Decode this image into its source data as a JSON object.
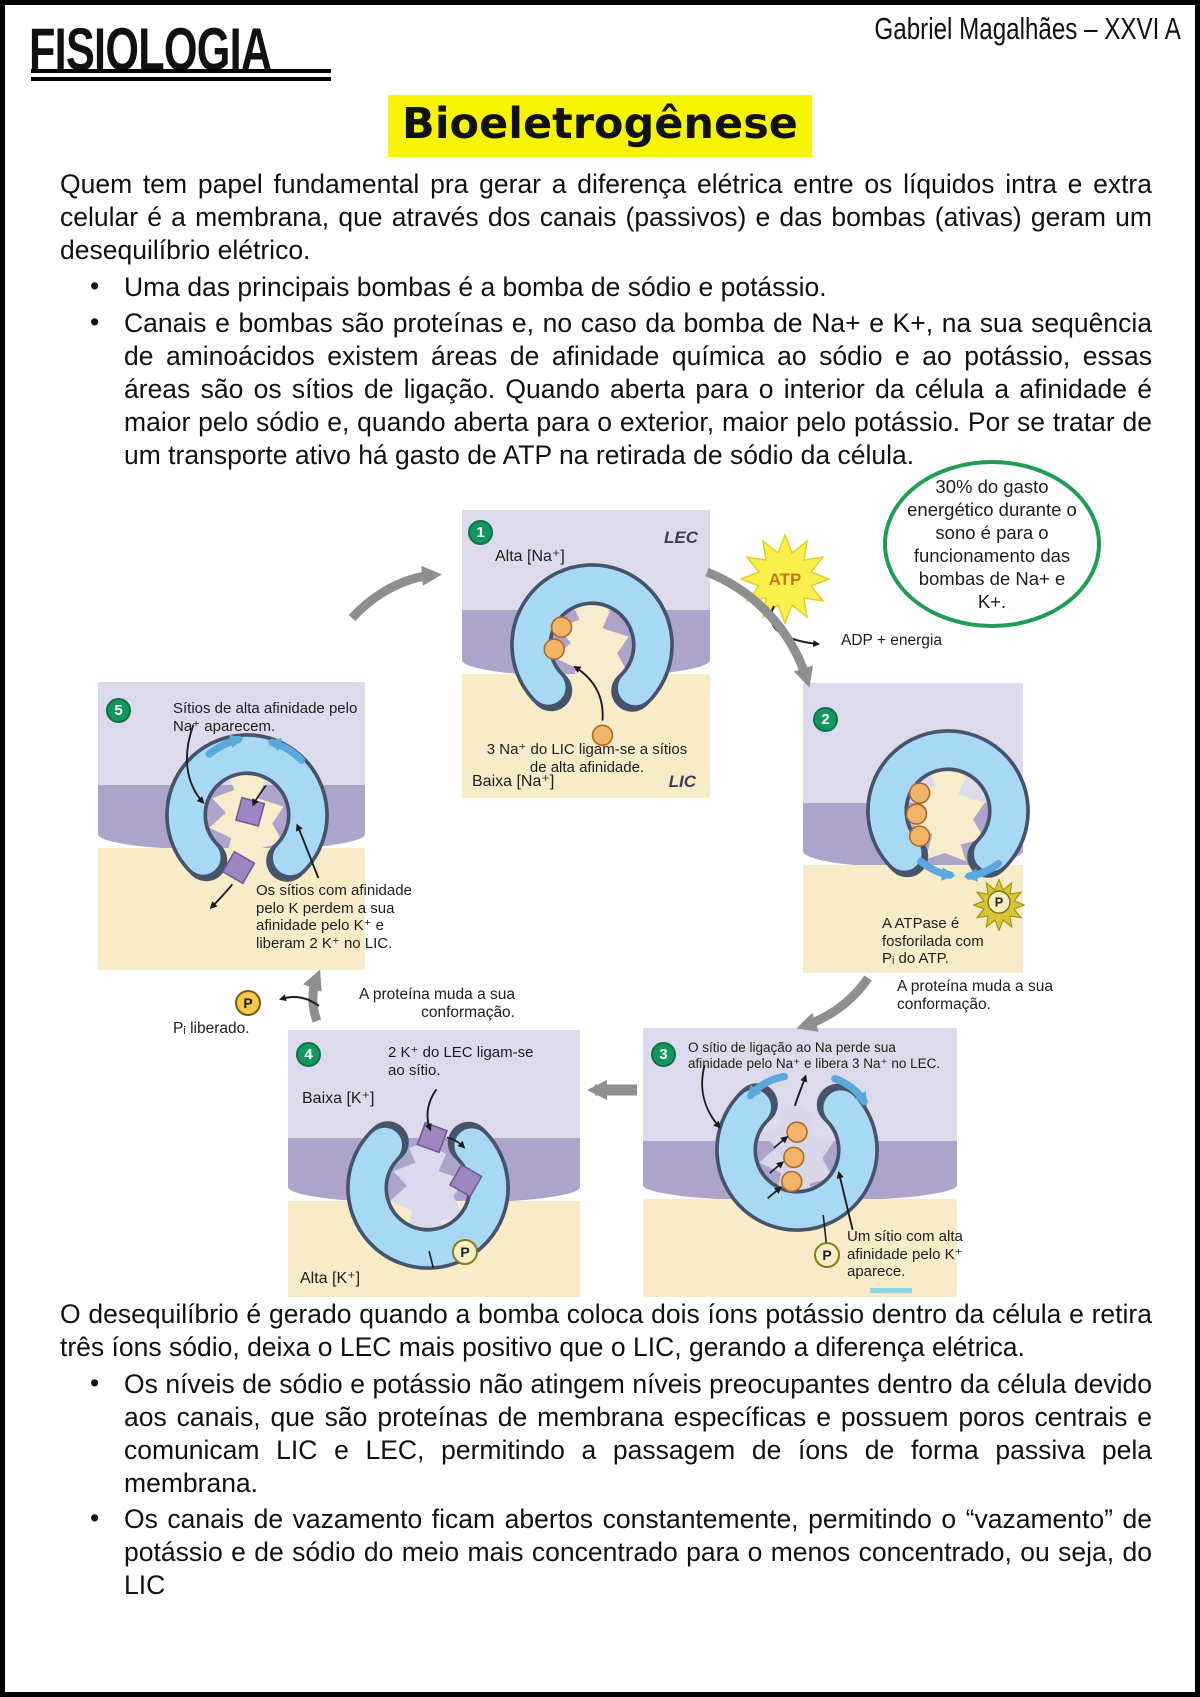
{
  "header": {
    "brand": "FISIOLOGIA",
    "author": "Gabriel Magalhães – XXVI A"
  },
  "title": "Bioeletrogênese",
  "content": {
    "intro": "Quem tem papel fundamental pra gerar a diferença elétrica entre os líquidos intra e extra celular é a membrana, que através dos canais (passivos) e das bombas (ativas) geram um desequilíbrio elétrico.",
    "bullets_top": [
      "Uma das principais bombas é a bomba de sódio e potássio.",
      "Canais e bombas são proteínas e, no caso da bomba de Na+ e K+, na sua sequência de aminoácidos existem áreas de afinidade química ao sódio e ao potássio, essas áreas são os sítios de ligação. Quando aberta para o interior da célula a afinidade é maior pelo sódio e, quando aberta para o exterior, maior pelo potássio. Por se tratar de um transporte ativo há gasto de ATP na retirada de sódio da célula."
    ],
    "closing": "O desequilíbrio é gerado quando a bomba coloca dois íons potássio dentro da célula e retira três íons sódio, deixa o LEC mais positivo que o LIC, gerando a diferença elétrica.",
    "bullets_bottom": [
      "Os níveis de sódio e potássio não atingem níveis preocupantes dentro da célula devido aos canais, que são proteínas de membrana específicas e possuem poros centrais e comunicam LIC e LEC, permitindo a passagem de íons de forma passiva pela membrana.",
      "Os canais de vazamento ficam abertos constantemente, permitindo o “vazamento” de potássio e de sódio do meio mais concentrado para o menos concentrado, ou seja, do LIC"
    ]
  },
  "diagram": {
    "note": "30% do gasto energético durante o sono é para o funcionamento das bombas de Na+ e K+.",
    "atp": {
      "label": "ATP",
      "reaction": "ADP + energia"
    },
    "p_label": "P",
    "t23": "A proteína muda a sua conformação.",
    "t45": "A proteína muda a sua conformação.",
    "pi_released": "Pᵢ liberado.",
    "p1": {
      "num": "1",
      "region_top": "LEC",
      "region_bottom": "LIC",
      "conc_top": "Alta [Na⁺]",
      "conc_bottom": "Baixa [Na⁺]",
      "caption": "3 Na⁺ do LIC ligam-se a sítios de alta afinidade."
    },
    "p2": {
      "num": "2",
      "caption": "A ATPase é fosforilada com Pᵢ do ATP."
    },
    "p3": {
      "num": "3",
      "caption": "O sítio de ligação ao Na perde sua afinidade pelo Na⁺ e libera 3 Na⁺ no LEC.",
      "note": "Um sítio com alta afinidade pelo K⁺ aparece."
    },
    "p4": {
      "num": "4",
      "caption": "2 K⁺ do LEC ligam-se ao sítio.",
      "conc_top": "Baixa [K⁺]",
      "conc_bottom": "Alta [K⁺]"
    },
    "p5": {
      "num": "5",
      "caption": "Sítios de alta afinidade pelo Na⁺ aparecem.",
      "note": "Os sítios com afinidade pelo K perdem a sua afinidade pelo K⁺ e liberam 2 K⁺ no LIC."
    }
  },
  "colors": {
    "highlight": "#f7f500",
    "badge_green": "#12985e",
    "bubble_border": "#1e9e54",
    "lec_region": "#dddaeb",
    "membrane": "#aca4cb",
    "lic_region": "#f8ecc8",
    "pump_blue": "#a8d9f4",
    "sodium_ion": "#f2b567",
    "potassium_ion": "#9c87c2",
    "atp_star": "#f9f04d",
    "cyan_mark": "#86d8e8"
  }
}
